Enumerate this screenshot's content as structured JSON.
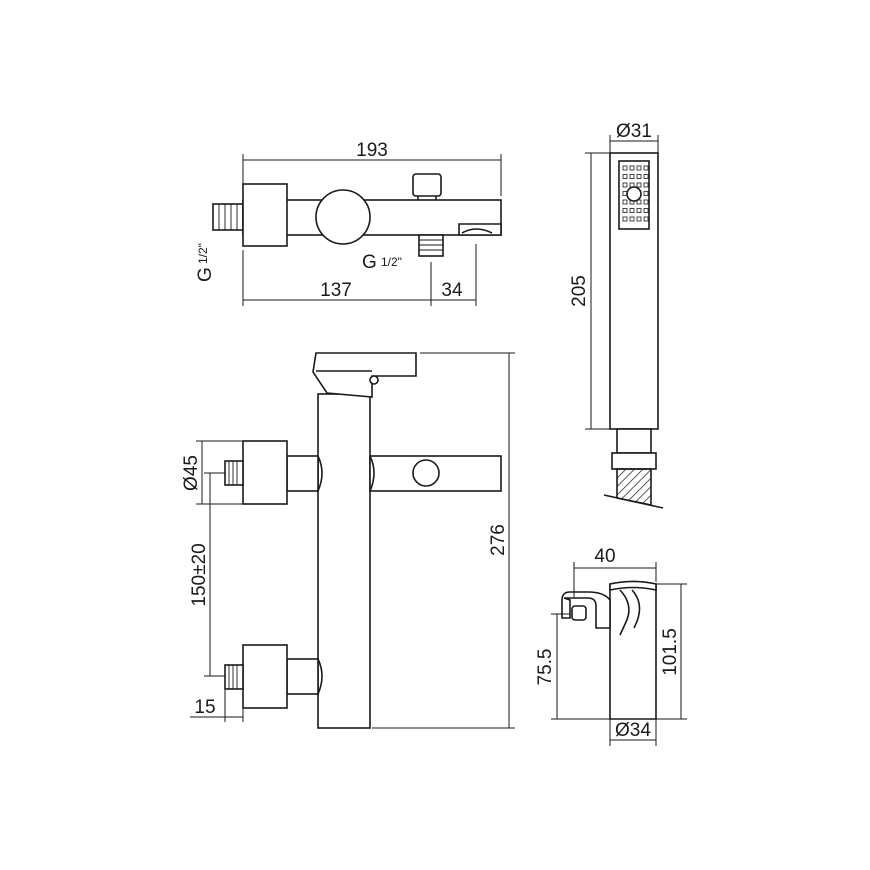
{
  "dimensions": {
    "top_width": "193",
    "top_inlet_len": "137",
    "top_outlet_offset": "34",
    "thread_left_g": "G",
    "thread_left_frac": "1/2\"",
    "thread_right_g": "G",
    "thread_right_frac": "1/2\"",
    "front_diameter": "Ø45",
    "front_centers": "150±20",
    "front_height": "276",
    "front_inlet": "15",
    "shower_diameter": "Ø31",
    "shower_length": "205",
    "holder_width": "40",
    "holder_hook_height": "75.5",
    "holder_height": "101.5",
    "holder_diameter": "Ø34"
  }
}
